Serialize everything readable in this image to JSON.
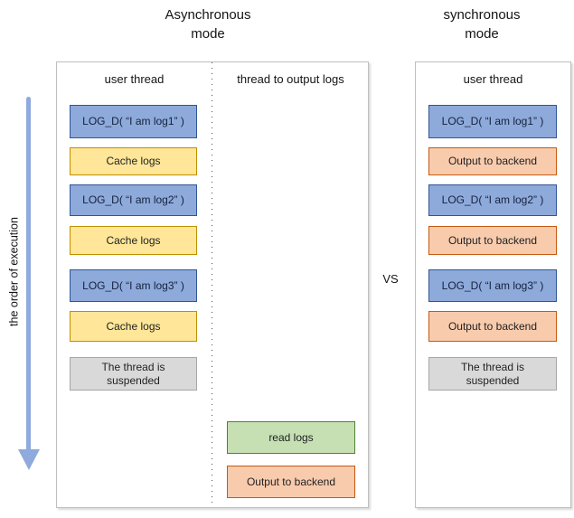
{
  "diagram": {
    "left_title": "Asynchronous\nmode",
    "right_title": "synchronous\nmode",
    "vs_label": "VS",
    "execution_axis_label": "the order of execution"
  },
  "async_panel": {
    "user_thread_header": "user thread",
    "output_thread_header": "thread to output logs",
    "user_thread_boxes": [
      {
        "label": "LOG_D( “I am log1” )",
        "kind": "log-call"
      },
      {
        "label": "Cache logs",
        "kind": "cache"
      },
      {
        "label": "LOG_D( “I am log2” )",
        "kind": "log-call"
      },
      {
        "label": "Cache logs",
        "kind": "cache"
      },
      {
        "label": "LOG_D( “I am log3” )",
        "kind": "log-call"
      },
      {
        "label": "Cache logs",
        "kind": "cache"
      },
      {
        "label": "The thread is\nsuspended",
        "kind": "suspended"
      }
    ],
    "output_thread_boxes": [
      {
        "label": "read logs",
        "kind": "read"
      },
      {
        "label": "Output to backend",
        "kind": "output"
      }
    ]
  },
  "sync_panel": {
    "user_thread_header": "user thread",
    "boxes": [
      {
        "label": "LOG_D( “I am log1” )",
        "kind": "log-call"
      },
      {
        "label": "Output to backend",
        "kind": "output"
      },
      {
        "label": "LOG_D( “I am log2” )",
        "kind": "log-call"
      },
      {
        "label": "Output to backend",
        "kind": "output"
      },
      {
        "label": "LOG_D( “I am log3” )",
        "kind": "log-call"
      },
      {
        "label": "Output to backend",
        "kind": "output"
      },
      {
        "label": "The thread is\nsuspended",
        "kind": "suspended"
      }
    ]
  },
  "colors": {
    "log_call_fill": "#8EAADB",
    "log_call_border": "#2F5597",
    "cache_fill": "#FFE699",
    "cache_border": "#BF9000",
    "output_fill": "#F8CBAD",
    "output_border": "#C55A11",
    "read_fill": "#C6E0B4",
    "read_border": "#538135",
    "suspended_fill": "#D9D9D9",
    "suspended_border": "#A6A6A6",
    "arrow": "#8FAADC",
    "panel_border": "#BFBFBF"
  }
}
